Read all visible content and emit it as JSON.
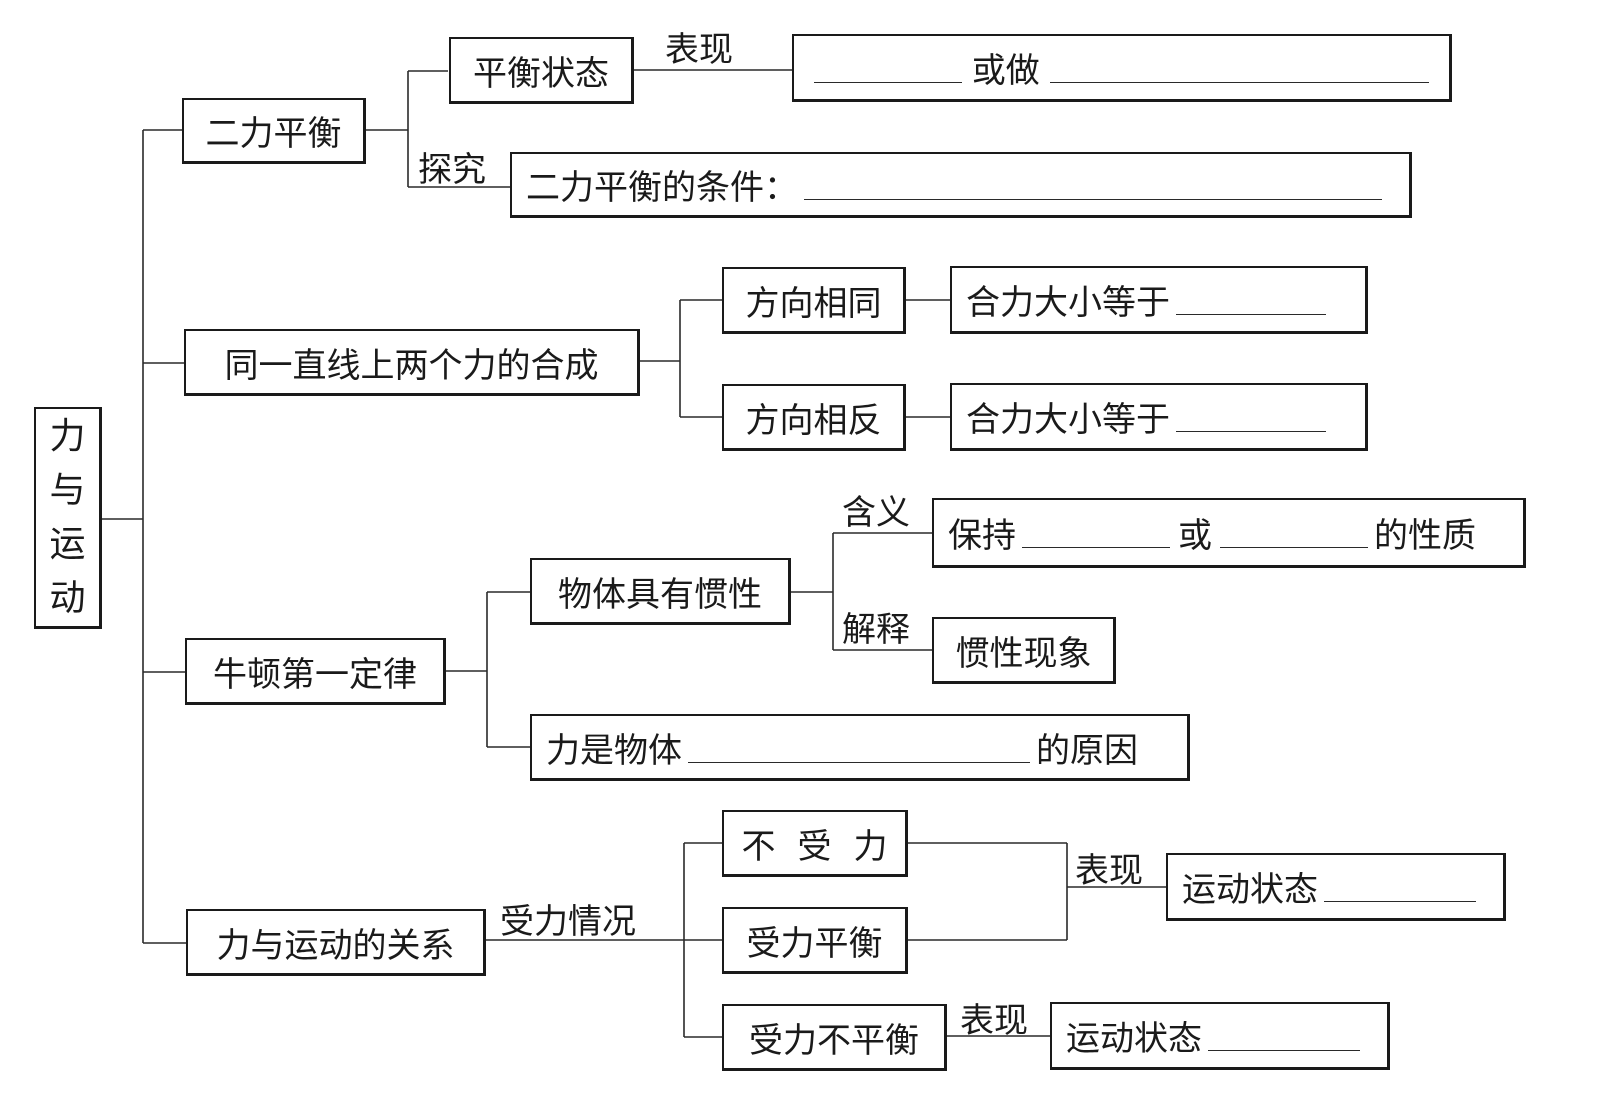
{
  "diagram": {
    "root": {
      "chars": [
        "力",
        "与",
        "运",
        "动"
      ],
      "label": "力与运动"
    },
    "two_force_balance": {
      "label": "二力平衡",
      "balance_state": "平衡状态",
      "edge_manifest": "表现",
      "manifest_or": "或做",
      "edge_explore": "探究",
      "condition": "二力平衡的条件："
    },
    "collinear_composition": {
      "label": "同一直线上两个力的合成",
      "same_direction": "方向相同",
      "opposite_direction": "方向相反",
      "resultant_same": "合力大小等于",
      "resultant_opposite": "合力大小等于"
    },
    "newton_first_law": {
      "label": "牛顿第一定律",
      "inertia": "物体具有惯性",
      "edge_meaning": "含义",
      "keep": "保持",
      "or": "或",
      "property": "的性质",
      "edge_explain": "解释",
      "phenomenon": "惯性现象",
      "force_is": "力是物体",
      "cause": "的原因"
    },
    "force_motion_relation": {
      "label": "力与运动的关系",
      "edge_force_situation": "受力情况",
      "no_force": "不受力",
      "balanced": "受力平衡",
      "unbalanced": "受力不平衡",
      "edge_manifest_1": "表现",
      "edge_manifest_2": "表现",
      "motion_state_1": "运动状态",
      "motion_state_2": "运动状态"
    }
  }
}
